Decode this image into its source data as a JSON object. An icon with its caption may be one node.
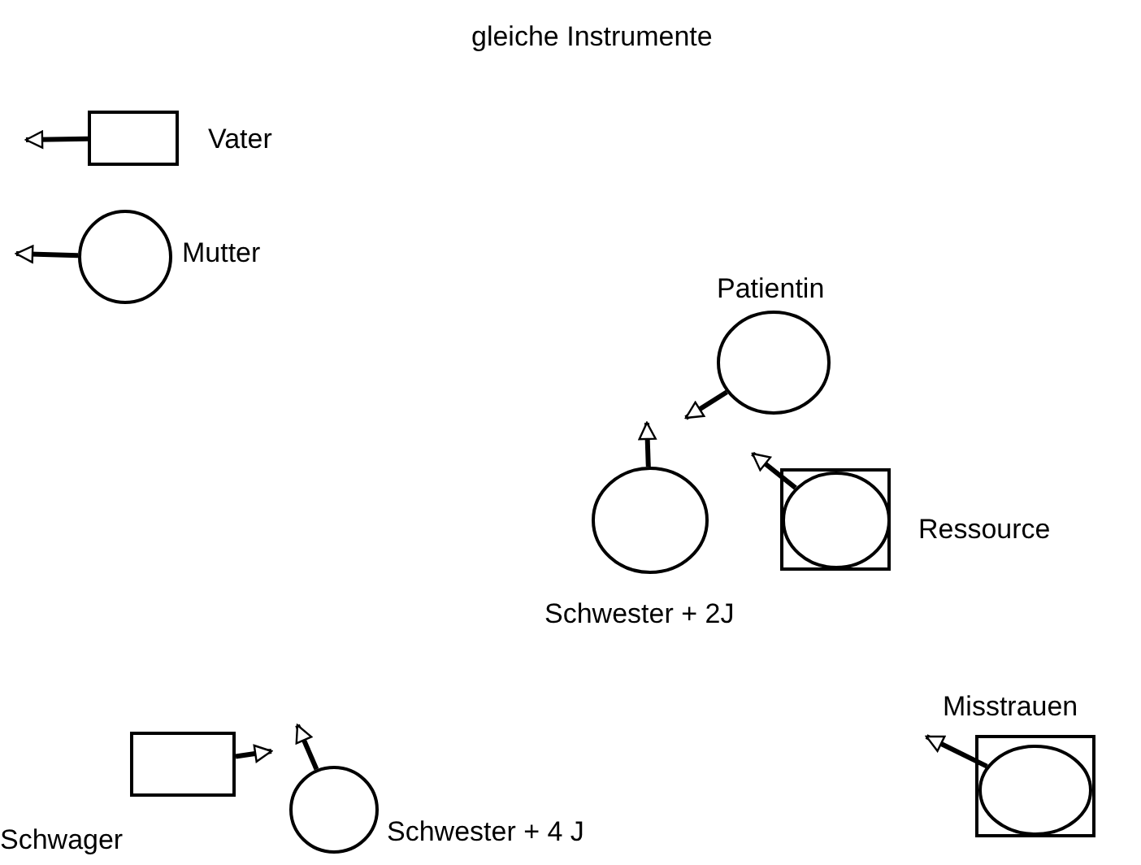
{
  "diagram": {
    "title": "gleiche Instrumente",
    "nodes": [
      {
        "text": [],
        "shape": "box",
        "beside": [
          "Vater"
        ]
      },
      {
        "text": [],
        "shape": "circle",
        "beside": [
          "Mutter"
        ]
      },
      {
        "text": [],
        "shape": "circle",
        "beside": [
          "Patientin"
        ]
      },
      {
        "text": [],
        "shape": "circle",
        "beside": [
          "Schwester + 2J"
        ]
      },
      {
        "text": [],
        "shape": "box",
        "beside": [
          "Ressource"
        ]
      },
      {
        "text": [],
        "shape": "circle",
        "in": 4
      },
      {
        "text": [],
        "shape": "box",
        "beside": [
          "Schwager"
        ]
      },
      {
        "text": [],
        "shape": "circle",
        "beside": [
          "Schwester + 4 J"
        ]
      },
      {
        "text": [],
        "shape": "box",
        "beside": [
          "Misstrauen"
        ]
      },
      {
        "text": [],
        "shape": "circle",
        "in": 8
      }
    ],
    "edges": [
      {
        "from": 0,
        "to": null,
        "arrow": "to"
      },
      {
        "from": 1,
        "to": null,
        "arrow": "to"
      },
      {
        "from": 2,
        "to": null,
        "arrow": "to"
      },
      {
        "from": 3,
        "to": null,
        "arrow": "to"
      },
      {
        "from": 5,
        "to": null,
        "arrow": "to"
      },
      {
        "from": 6,
        "to": null,
        "arrow": "to"
      },
      {
        "from": 7,
        "to": null,
        "arrow": "to"
      },
      {
        "from": 9,
        "to": null,
        "arrow": "to"
      }
    ]
  }
}
